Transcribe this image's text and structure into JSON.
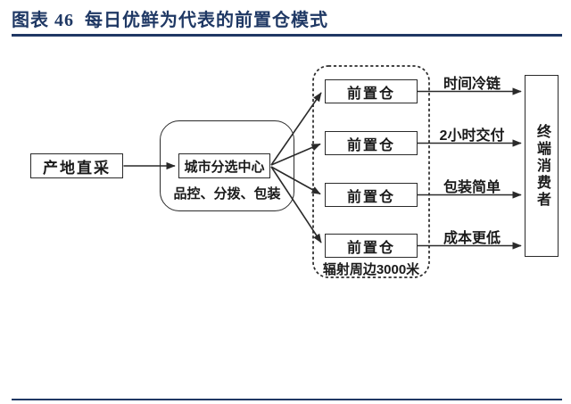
{
  "figure": {
    "title": "图表 46  每日优鲜为代表的前置仓模式"
  },
  "colors": {
    "accent_navy": "#1F3864",
    "diagram_stroke": "#2A2A2A",
    "background": "#FFFFFF"
  },
  "diagram": {
    "source_box": "产地直采",
    "center_box": "城市分选中心",
    "center_note": "品控、分拨、包装",
    "warehouses": [
      {
        "label": "前置仓",
        "benefit": "时间冷链"
      },
      {
        "label": "前置仓",
        "benefit": "2小时交付"
      },
      {
        "label": "前置仓",
        "benefit": "包装简单"
      },
      {
        "label": "前置仓",
        "benefit": "成本更低"
      }
    ],
    "cluster_note": "辐射周边3000米",
    "consumer_box": "终端消费者"
  }
}
